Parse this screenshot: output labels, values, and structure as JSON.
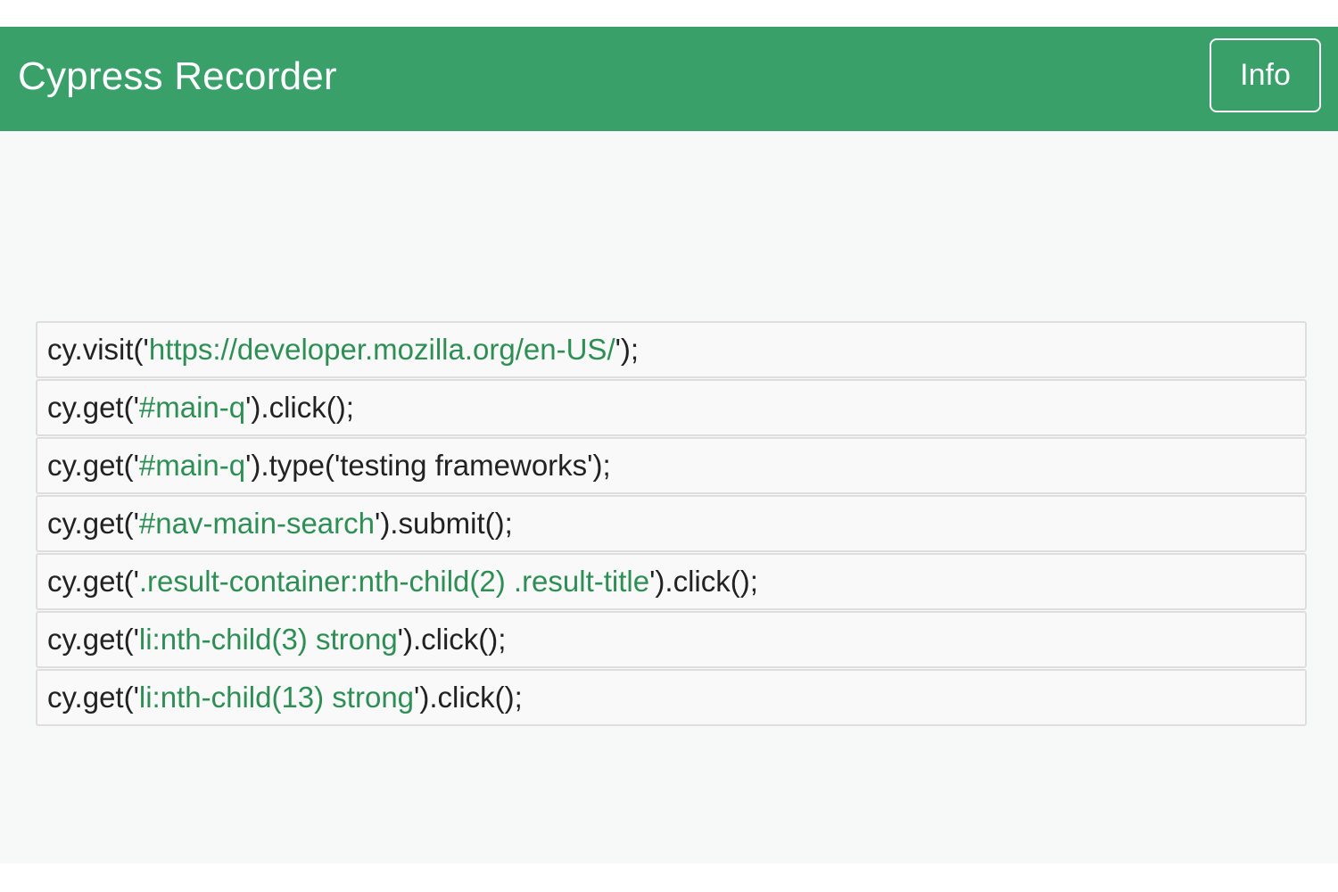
{
  "theme": {
    "header_color": "#38a068",
    "argument_color": "#2e8f55",
    "background": "#f7f9f8"
  },
  "header": {
    "title": "Cypress Recorder",
    "info_label": "Info"
  },
  "commands": [
    {
      "prefix": "cy.visit('",
      "argument": "https://developer.mozilla.org/en-US/",
      "suffix": "');"
    },
    {
      "prefix": "cy.get('",
      "argument": "#main-q",
      "suffix": "').click();"
    },
    {
      "prefix": "cy.get('",
      "argument": "#main-q",
      "suffix": "').type('testing frameworks');"
    },
    {
      "prefix": "cy.get('",
      "argument": "#nav-main-search",
      "suffix": "').submit();"
    },
    {
      "prefix": "cy.get('",
      "argument": ".result-container:nth-child(2) .result-title",
      "suffix": "').click();"
    },
    {
      "prefix": "cy.get('",
      "argument": "li:nth-child(3) strong",
      "suffix": "').click();"
    },
    {
      "prefix": "cy.get('",
      "argument": "li:nth-child(13) strong",
      "suffix": "').click();"
    }
  ]
}
